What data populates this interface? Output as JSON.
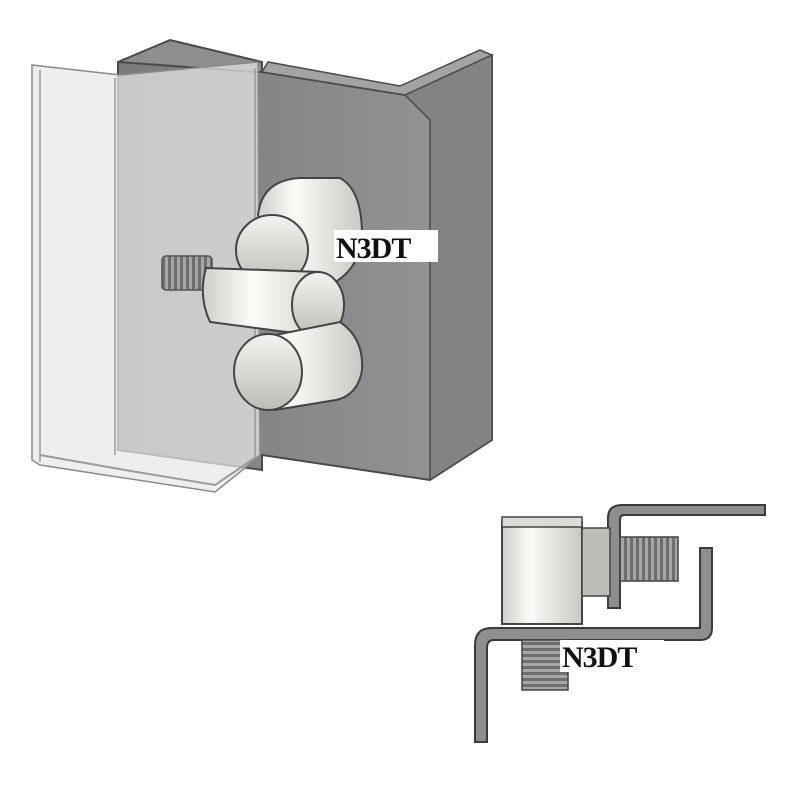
{
  "figure": {
    "label_top": "N3DT",
    "label_bottom": "N3DT"
  },
  "colors": {
    "steel": "#8c8c8c",
    "steel_dark": "#6f6f6f",
    "steel_edge": "#4a4a4a",
    "glass": "#e6e6e6",
    "knob": "#eeeeea",
    "thread": "#9a9a9a"
  },
  "icons": [
    "hinge-cylinder",
    "threaded-bolt",
    "z-channel-profile",
    "c-channel-profile"
  ]
}
